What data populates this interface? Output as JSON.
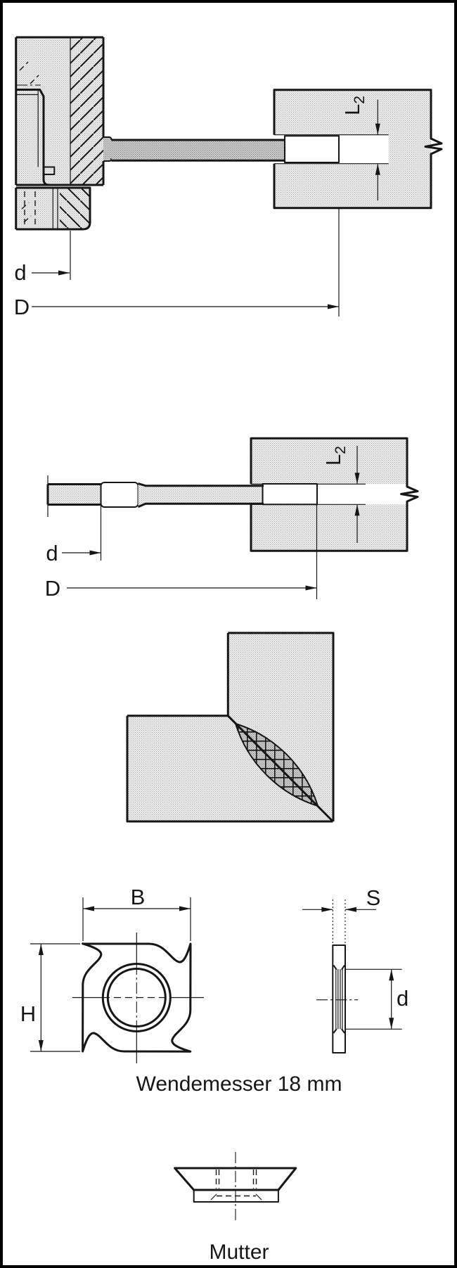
{
  "colors": {
    "frame": "#000000",
    "background": "#ffffff",
    "line": "#161616",
    "material_light": "#e4e4e4",
    "material_shaft": "#cccccc",
    "insert_dark": "#6f6f6f"
  },
  "section_view_top": {
    "dim_groove_depth_main": "L",
    "dim_groove_depth_sub": "2",
    "dim_bore": "d",
    "dim_cutting_diameter": "D"
  },
  "section_view_profile": {
    "dim_groove_depth_main": "L",
    "dim_groove_depth_sub": "2",
    "dim_bore": "d",
    "dim_cutting_diameter": "D"
  },
  "knife_views": {
    "dim_width": "B",
    "dim_thickness": "S",
    "dim_height": "H",
    "dim_bore": "d",
    "caption": "Wendemesser 18 mm"
  },
  "nut_view": {
    "caption": "Mutter"
  }
}
